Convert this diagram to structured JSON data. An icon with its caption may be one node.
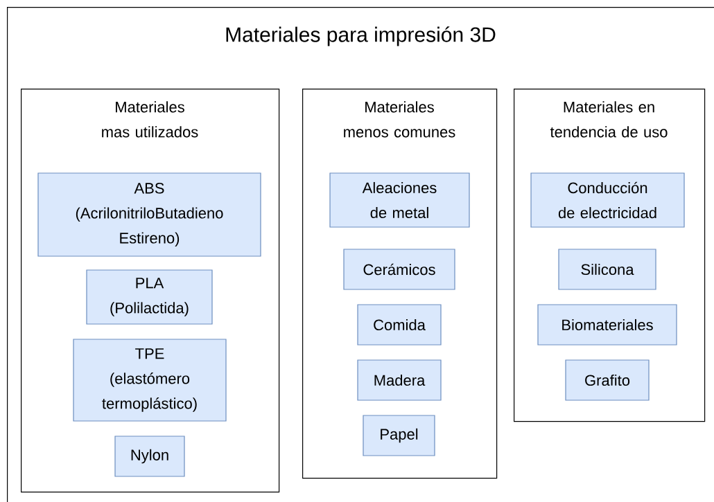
{
  "diagram": {
    "nodes": [
      {
        "text": [
          "Materiales para impresión 3D"
        ]
      },
      {
        "text": [
          "Materiales mas utilizados"
        ],
        "in": 0
      },
      {
        "text": [
          "ABS (AcrilonitriloButadieno Estireno)"
        ],
        "in": 1
      },
      {
        "text": [
          "PLA (Polilactida)"
        ],
        "in": 1
      },
      {
        "text": [
          "TPE (elastómero termoplástico)"
        ],
        "in": 1
      },
      {
        "text": [
          "Nylon"
        ],
        "in": 1
      },
      {
        "text": [
          "Materiales menos comunes"
        ],
        "in": 0
      },
      {
        "text": [
          "Aleaciones de metal"
        ],
        "in": 6
      },
      {
        "text": [
          "Cerámicos"
        ],
        "in": 6
      },
      {
        "text": [
          "Comida"
        ],
        "in": 6
      },
      {
        "text": [
          "Madera"
        ],
        "in": 6
      },
      {
        "text": [
          "Papel"
        ],
        "in": 6
      },
      {
        "text": [
          "Materiales en tendencia de uso"
        ],
        "in": 0
      },
      {
        "text": [
          "Conducción de electricidad"
        ],
        "in": 12
      },
      {
        "text": [
          "Silicona"
        ],
        "in": 12
      },
      {
        "text": [
          "Biomateriales"
        ],
        "in": 12
      },
      {
        "text": [
          "Grafito"
        ],
        "in": 12
      }
    ]
  }
}
